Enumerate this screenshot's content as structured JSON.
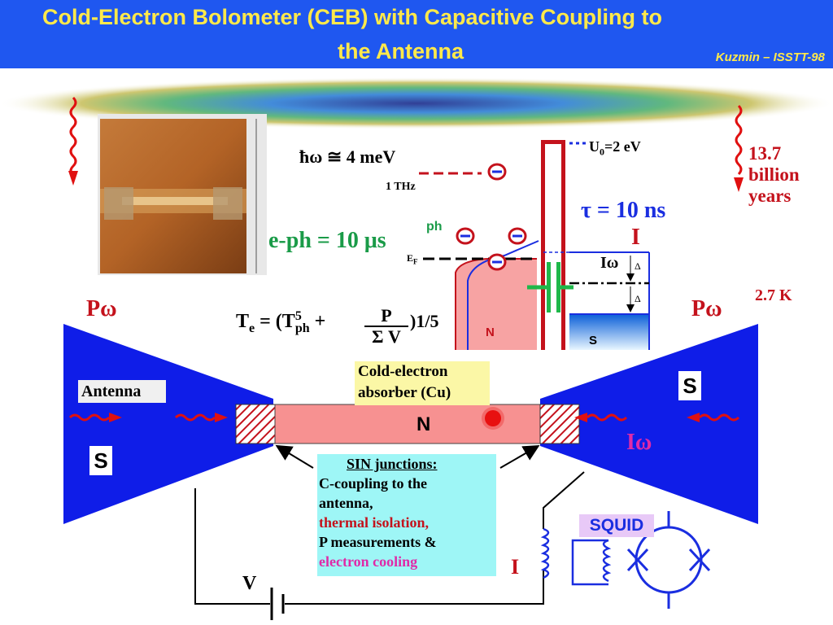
{
  "header": {
    "title_line1": "Cold-Electron Bolometer (CEB) with Capacitive Coupling to",
    "title_line2": "the Antenna",
    "author": "Kuzmin – ISSTT-98"
  },
  "energy": {
    "hbar_omega": "ħω ≅ 4 meV",
    "freq": "1 THz",
    "barrier": "U",
    "barrier_sub": "0",
    "barrier_value": "=2 eV",
    "tau": "τ = 10 ns",
    "eph_label": "e-ph",
    "eph_value": "= 10 μs",
    "ph": "ph",
    "ef": "E",
    "ef_sub": "F",
    "current": "I",
    "i_omega": "Iω",
    "delta": "Δ",
    "n_label": "N",
    "s_label": "S"
  },
  "cosmic": {
    "age_line1": "13.7",
    "age_line2": "billion",
    "age_line3": "years",
    "temperature": "2.7 K"
  },
  "formula": {
    "te": "T",
    "te_sub": "e",
    "equals": "= (T",
    "exp5": "5",
    "ph_sub": "ph",
    "plus": "+",
    "numerator": "P",
    "denominator": "Σ V",
    "exponent": ")1/5"
  },
  "antenna": {
    "p_omega_left": "Pω",
    "p_omega_right": "Pω",
    "antenna_label": "Antenna",
    "s_left": "S",
    "s_right": "S",
    "n_strip": "N",
    "absorber_line1": "Cold-electron",
    "absorber_line2": "absorber (Cu)",
    "i_omega": "Iω"
  },
  "sin_box": {
    "heading": "SIN junctions:",
    "line1": "C-coupling to the",
    "line2": "antenna,",
    "line3": "thermal isolation,",
    "line4": "P measurements &",
    "line5": "electron cooling"
  },
  "circuit": {
    "squid": "SQUID",
    "current": "I",
    "voltage": "V"
  },
  "colors": {
    "title_bg": "#1f57f0",
    "title_text": "#ffe94a",
    "antenna_blue": "#0f1de8",
    "strip_pink": "#f79191",
    "accent_red": "#c4121c",
    "green": "#1a9b48",
    "magenta": "#e02aa8",
    "sin_box_bg": "#9ef6f6",
    "absorber_box_bg": "#fbf7a6",
    "squid_box_bg": "#e8c9f7"
  }
}
